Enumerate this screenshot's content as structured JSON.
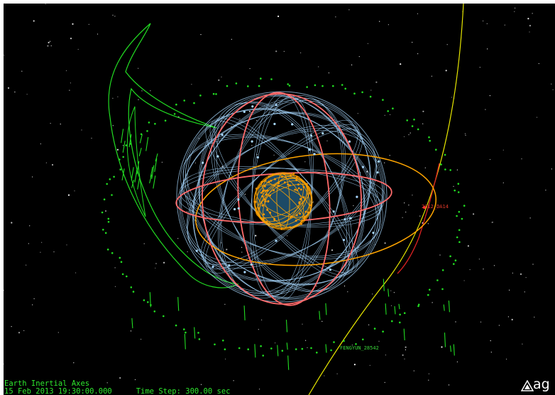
{
  "viewport": {
    "background": "#000000",
    "hud": {
      "axes_label": "Earth Inertial Axes",
      "date_time": "15 Feb 2013 19:30:00.000",
      "time_step": "Time Step: 300.00 sec"
    },
    "labels": {
      "asteroid": "2012_DA14",
      "debris": "FENGYUN_28542"
    },
    "logo_text": "ag",
    "colors": {
      "hud_text": "#2ee82e",
      "gps_orbits": "#a8d8ff",
      "glonass_orbits": "#ff6b6b",
      "geo_ring": "#ffa500",
      "asteroid_path": "#e8e800",
      "asteroid_near": "#dd2222",
      "debris": "#22dd22"
    }
  }
}
